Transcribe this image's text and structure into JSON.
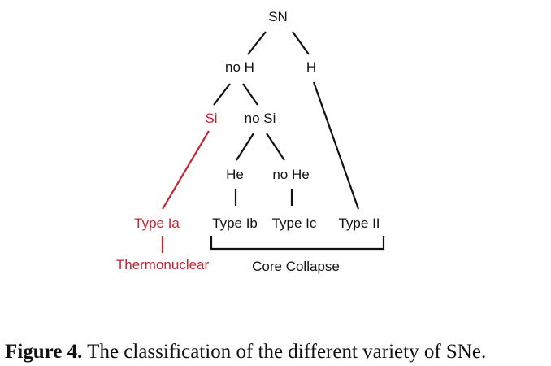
{
  "colors": {
    "line": "#111111",
    "accent": "#c2262e"
  },
  "nodes": {
    "sn": "SN",
    "no_h": "no H",
    "h": "H",
    "si": "Si",
    "no_si": "no Si",
    "he": "He",
    "no_he": "no He",
    "type_ia": "Type Ia",
    "type_ib": "Type Ib",
    "type_ic": "Type Ic",
    "type_ii": "Type II",
    "thermonuclear": "Thermonuclear",
    "core_collapse": "Core Collapse"
  },
  "caption": {
    "label": "Figure 4.",
    "text": " The classification of the different variety of SNe."
  }
}
